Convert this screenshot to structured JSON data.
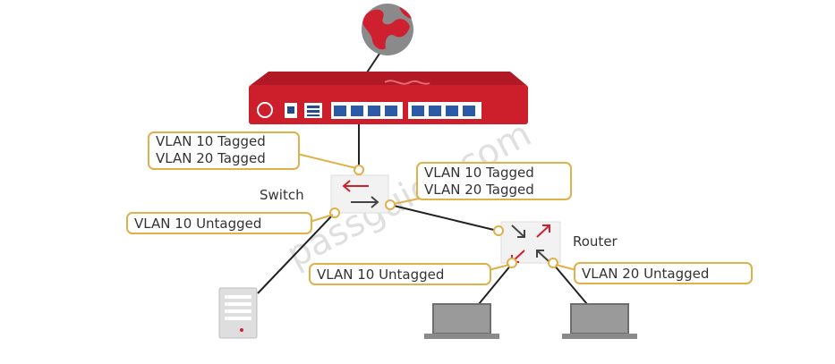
{
  "nodes": {
    "switch_label": "Switch",
    "router_label": "Router"
  },
  "labels": {
    "firewall_switch": [
      "VLAN 10 Tagged",
      "VLAN 20 Tagged"
    ],
    "switch_server": "VLAN 10 Untagged",
    "switch_router": [
      "VLAN 10 Tagged",
      "VLAN 20 Tagged"
    ],
    "router_laptop1": "VLAN 10 Untagged",
    "router_laptop2": "VLAN 20 Untagged"
  },
  "watermark": "passguide.com",
  "colors": {
    "firewall": "#cc1f2b",
    "label_border": "#e0b04a",
    "line": "#222222",
    "globe": "#cf2030"
  }
}
